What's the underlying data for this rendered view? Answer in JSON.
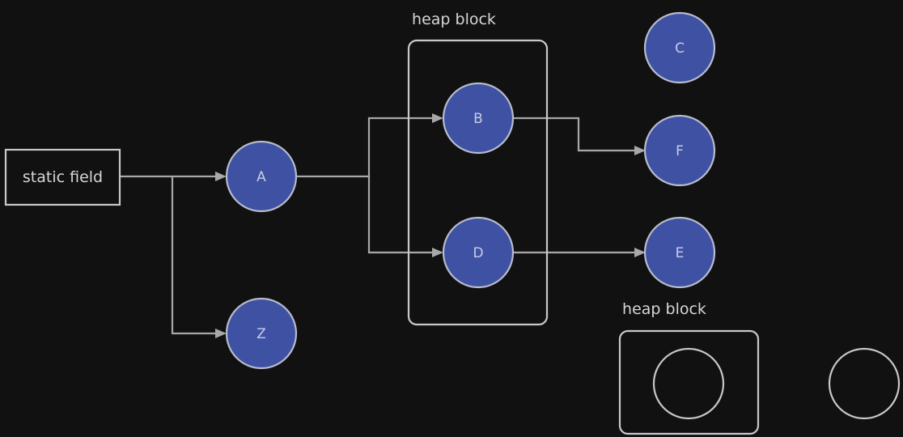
{
  "colors": {
    "background": "#111111",
    "node_fill": "#3f51a3",
    "node_stroke": "#b8bccc",
    "edge": "#a8a8a8",
    "outline": "#c8c8c8",
    "text": "#d6d6d6"
  },
  "source_box": {
    "label": "static field"
  },
  "groups": [
    {
      "id": "heap-block-1",
      "label": "heap block"
    },
    {
      "id": "heap-block-2",
      "label": "heap block"
    }
  ],
  "nodes": [
    {
      "id": "A",
      "label": "A"
    },
    {
      "id": "Z",
      "label": "Z"
    },
    {
      "id": "B",
      "label": "B"
    },
    {
      "id": "D",
      "label": "D"
    },
    {
      "id": "C",
      "label": "C"
    },
    {
      "id": "F",
      "label": "F"
    },
    {
      "id": "E",
      "label": "E"
    }
  ],
  "edges": [
    {
      "from": "static field",
      "to": "A"
    },
    {
      "from": "static field",
      "to": "Z"
    },
    {
      "from": "A",
      "to": "B"
    },
    {
      "from": "A",
      "to": "D"
    },
    {
      "from": "B",
      "to": "F"
    },
    {
      "from": "D",
      "to": "E"
    }
  ]
}
